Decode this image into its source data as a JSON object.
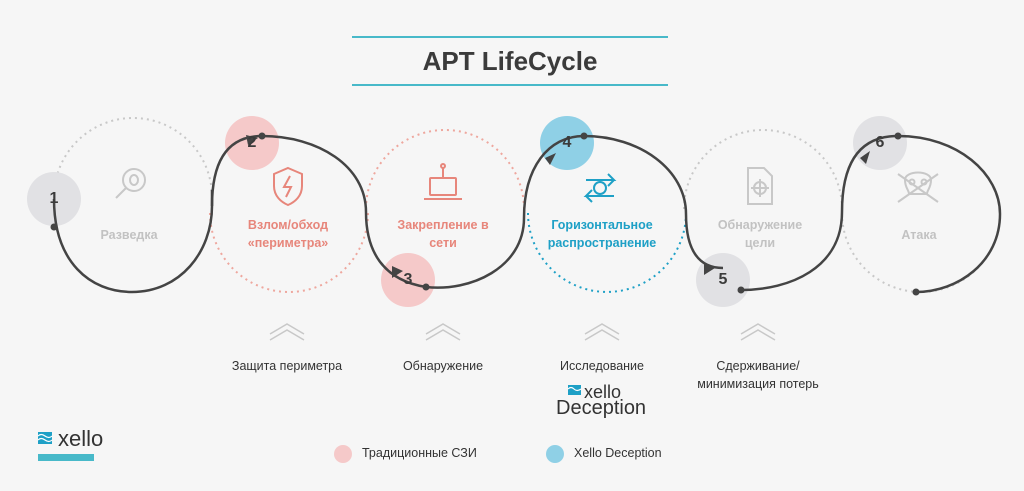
{
  "title": "APT LifeCycle",
  "colors": {
    "pink": "#f5c9c9",
    "pink_text": "#e7867b",
    "blue": "#8fd0e6",
    "blue_text": "#1ea0c6",
    "gray": "#e1e1e4",
    "gray_text": "#c2c2c2",
    "line": "#444444"
  },
  "steps": [
    {
      "number": "1",
      "label": "Разведка",
      "style": "gray",
      "icon": "bug-search-icon"
    },
    {
      "number": "2",
      "label": "Взлом/обход «периметра»",
      "style": "pink",
      "icon": "broken-shield-icon"
    },
    {
      "number": "3",
      "label": "Закрепление в сети",
      "style": "pink",
      "icon": "laptop-network-icon"
    },
    {
      "number": "4",
      "label": "Горизонтальное распространение",
      "style": "blue",
      "icon": "lateral-arrows-icon"
    },
    {
      "number": "5",
      "label": "Обнаружение цели",
      "style": "gray",
      "icon": "target-document-icon"
    },
    {
      "number": "6",
      "label": "Атака",
      "style": "gray",
      "icon": "skull-icon"
    }
  ],
  "defenses": [
    {
      "label": "Защита периметра"
    },
    {
      "label": "Обнаружение"
    },
    {
      "label": "Исследование"
    },
    {
      "label": "Сдерживание/ минимизация потерь"
    }
  ],
  "deception_logo": {
    "line1": "xello",
    "line2": "Deception"
  },
  "logo": {
    "text": "xello"
  },
  "legend": [
    {
      "label": "Традиционные СЗИ",
      "color": "#f5c9c9"
    },
    {
      "label": "Xello Deception",
      "color": "#8fd0e6"
    }
  ]
}
